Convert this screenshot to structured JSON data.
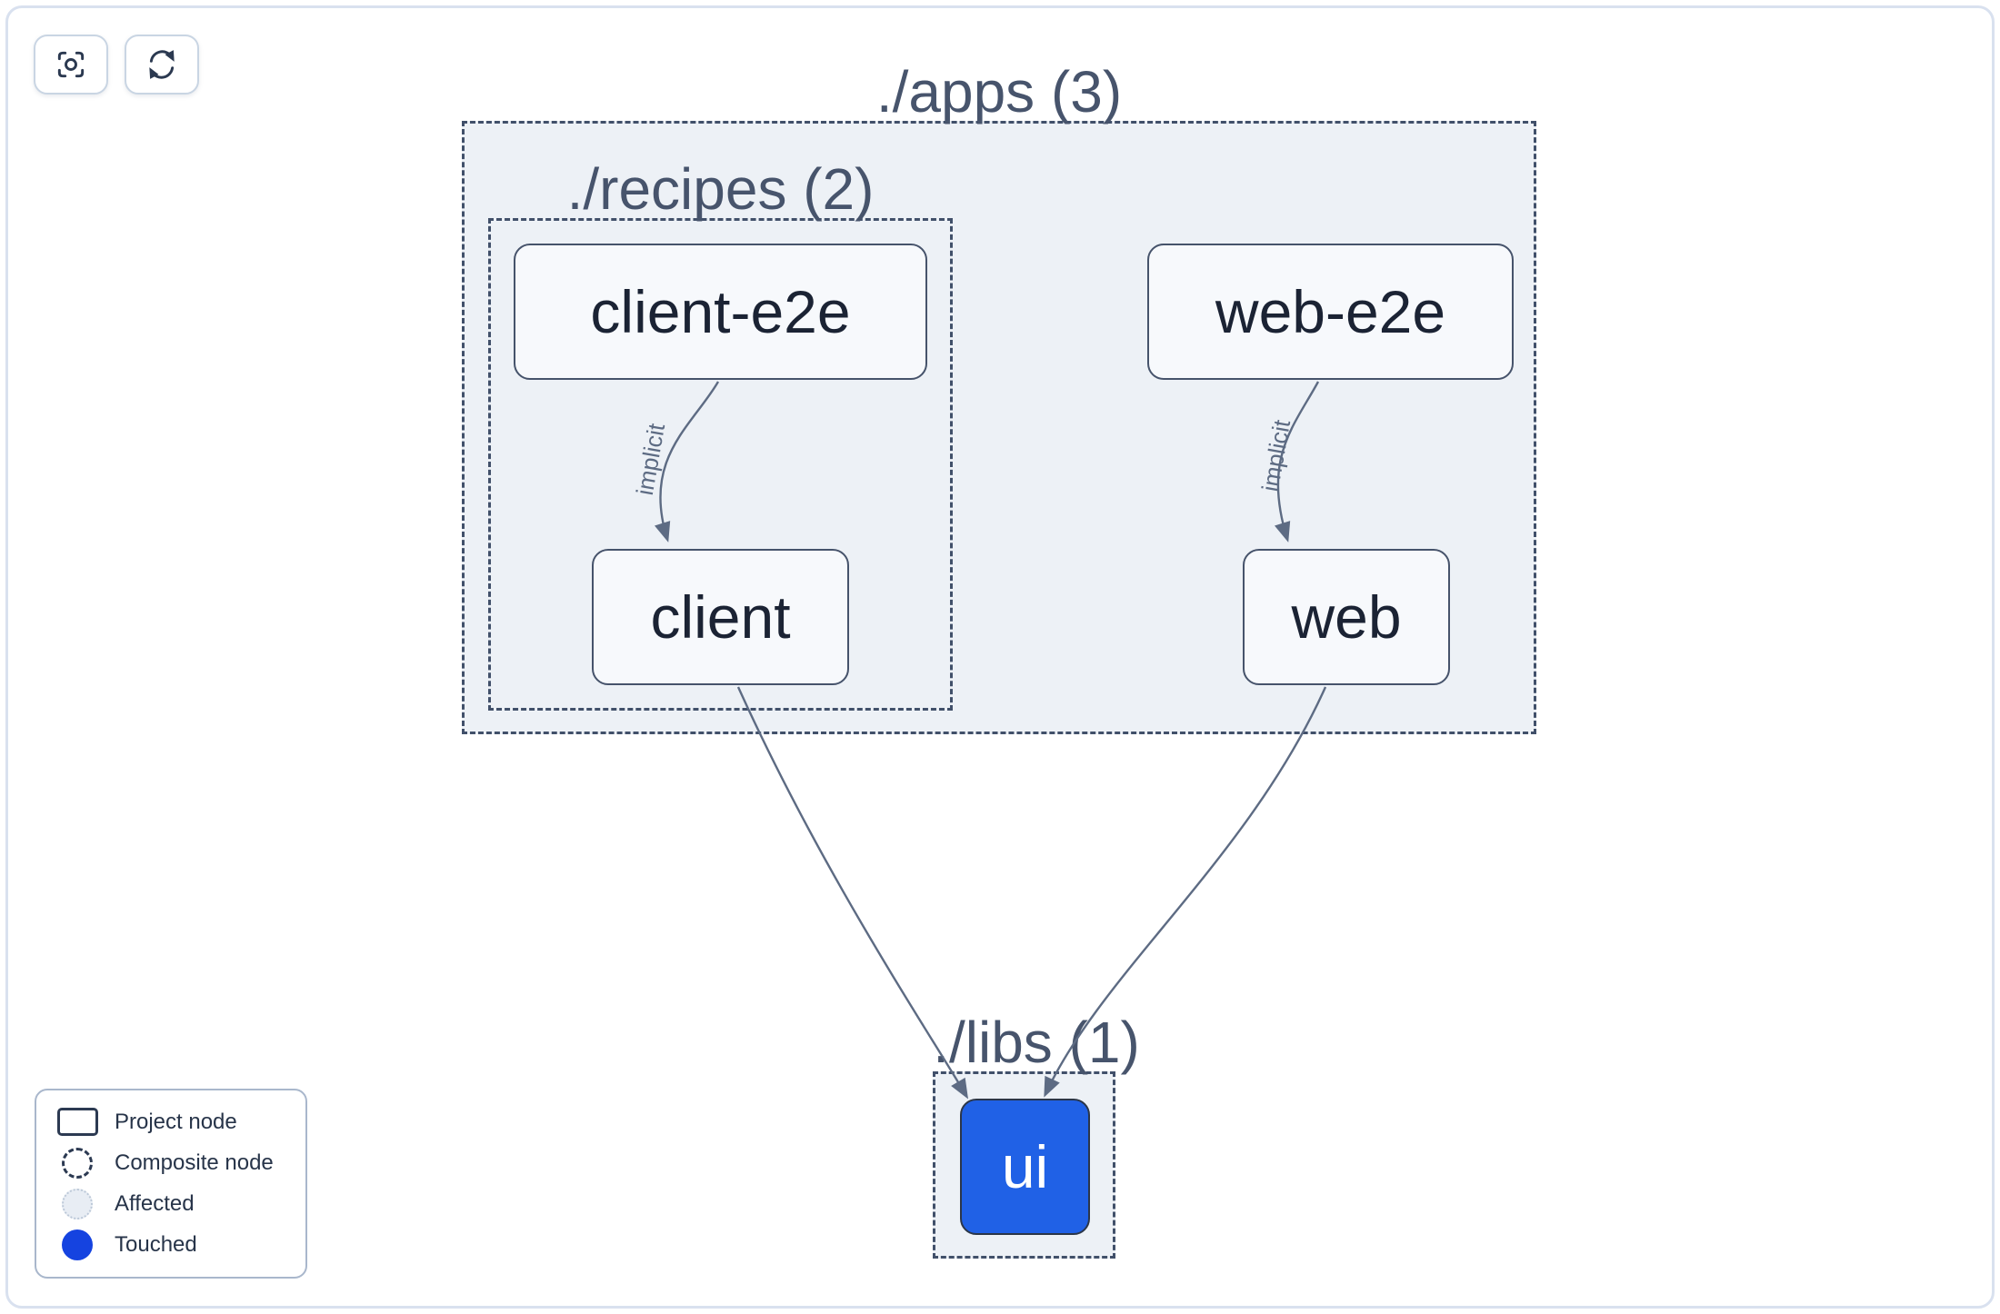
{
  "toolbar": {
    "buttons": [
      {
        "id": "zoom-to-fit",
        "icon": "scan-focus-icon"
      },
      {
        "id": "refresh",
        "icon": "refresh-icon"
      }
    ]
  },
  "graph": {
    "composites": [
      {
        "id": "apps",
        "label": "./apps (3)",
        "count": 3
      },
      {
        "id": "recipes",
        "label": "./recipes (2)",
        "count": 2
      },
      {
        "id": "libs",
        "label": "./libs (1)",
        "count": 1
      }
    ],
    "nodes": [
      {
        "id": "client-e2e",
        "label": "client-e2e",
        "state": "default"
      },
      {
        "id": "web-e2e",
        "label": "web-e2e",
        "state": "default"
      },
      {
        "id": "client",
        "label": "client",
        "state": "default"
      },
      {
        "id": "web",
        "label": "web",
        "state": "default"
      },
      {
        "id": "ui",
        "label": "ui",
        "state": "touched"
      }
    ],
    "edges": [
      {
        "source": "client-e2e",
        "target": "client",
        "label": "implicit"
      },
      {
        "source": "web-e2e",
        "target": "web",
        "label": "implicit"
      },
      {
        "source": "client",
        "target": "ui",
        "label": ""
      },
      {
        "source": "web",
        "target": "ui",
        "label": ""
      }
    ]
  },
  "legend": {
    "items": [
      {
        "id": "project-node",
        "label": "Project node"
      },
      {
        "id": "composite-node",
        "label": "Composite node"
      },
      {
        "id": "affected",
        "label": "Affected"
      },
      {
        "id": "touched",
        "label": "Touched"
      }
    ]
  },
  "colors": {
    "touched_node": "#2061e6",
    "touched_legend": "#1543e0",
    "affected_fill": "#e8edf4",
    "edge": "#5d6b83",
    "composite_fill": "#edf1f6",
    "dashed_border": "#41506a",
    "node_fill": "#f7f9fc",
    "node_border": "#46536b",
    "node_text": "#1b2334",
    "title_text": "#47546c"
  }
}
